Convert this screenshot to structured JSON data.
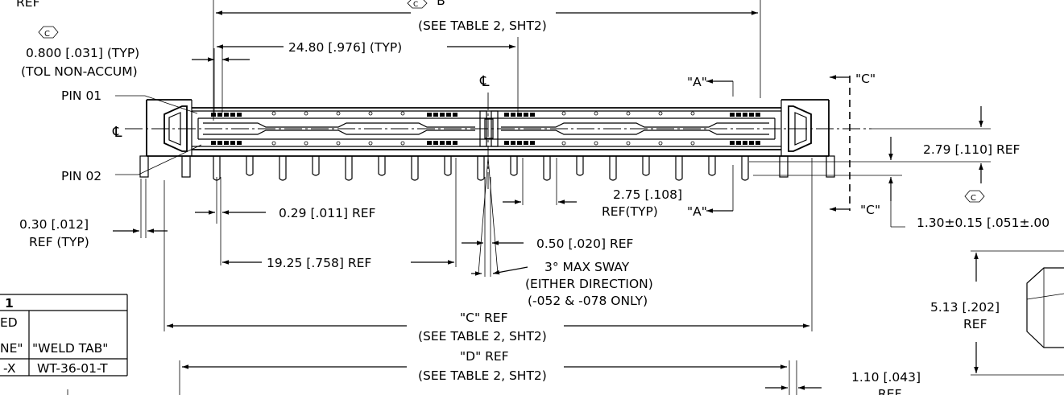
{
  "labels": {
    "ref_top_left": "REF",
    "dim_b_value": "\"B\"",
    "dim_b_note": "(SEE TABLE 2, SHT2)",
    "pitch_value": "0.800 [.031]  (TYP)",
    "pitch_tol": "(TOL NON-ACCUM)",
    "span_24": "24.80 [.976]  (TYP)",
    "centerline": "℄",
    "pin01": "PIN 01",
    "pin02": "PIN 02",
    "section_a_top": "\"A\"",
    "section_a_bottom": "\"A\"",
    "view_c_top": "\"C\"",
    "view_c_bottom": "\"C\"",
    "height_279": "2.79 [.110] REF",
    "dim_130": "1.30±0.15 [.051±.00",
    "dim_275_a": "2.75 [.108]",
    "dim_275_b": "REF(TYP)",
    "dim_029": "0.29 [.011]  REF",
    "dim_030_a": "0.30 [.012]",
    "dim_030_b": "REF (TYP)",
    "dim_050": "0.50 [.020]  REF",
    "dim_1925": "19.25 [.758]  REF",
    "sway_1": "3° MAX SWAY",
    "sway_2": "(EITHER DIRECTION)",
    "sway_3": "(-052 & -078 ONLY)",
    "dim_c_value": "\"C\" REF",
    "dim_c_note": "(SEE TABLE 2, SHT2)",
    "dim_d_value": "\"D\" REF",
    "dim_d_note": "(SEE TABLE 2, SHT2)",
    "dim_513_a": "5.13 [.202]",
    "dim_513_b": "REF",
    "dim_110_a": "1.10 [.043]",
    "dim_110_b": "REF"
  },
  "table": {
    "title": "1",
    "col1_header_a": "ED",
    "col1_header_b": "NE\"",
    "col2_header": "\"WELD TAB\"",
    "col1_value": "-X",
    "col2_value": "WT-36-01-T"
  },
  "icons": {
    "critical_dim": "critical-dimension-icon"
  }
}
